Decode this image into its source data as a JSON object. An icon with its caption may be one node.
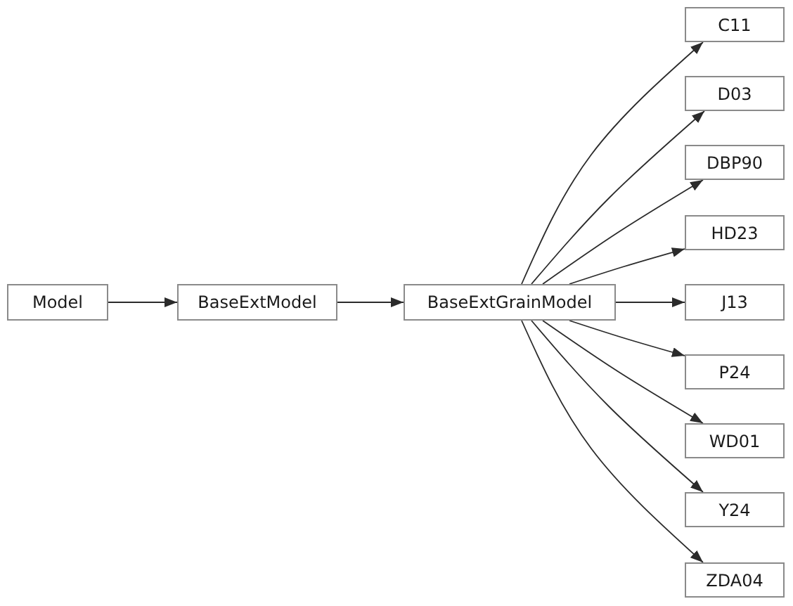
{
  "diagram": {
    "nodes": [
      {
        "text": [
          "Model"
        ]
      },
      {
        "text": [
          "BaseExtModel"
        ]
      },
      {
        "text": [
          "BaseExtGrainModel"
        ]
      },
      {
        "text": [
          "C11"
        ]
      },
      {
        "text": [
          "D03"
        ]
      },
      {
        "text": [
          "DBP90"
        ]
      },
      {
        "text": [
          "HD23"
        ]
      },
      {
        "text": [
          "J13"
        ]
      },
      {
        "text": [
          "P24"
        ]
      },
      {
        "text": [
          "WD01"
        ]
      },
      {
        "text": [
          "Y24"
        ]
      },
      {
        "text": [
          "ZDA04"
        ]
      }
    ],
    "edges": [
      {
        "from": 0,
        "to": 1,
        "arrow": "to"
      },
      {
        "from": 1,
        "to": 2,
        "arrow": "to"
      },
      {
        "from": 2,
        "to": 3,
        "arrow": "to"
      },
      {
        "from": 2,
        "to": 4,
        "arrow": "to"
      },
      {
        "from": 2,
        "to": 5,
        "arrow": "to"
      },
      {
        "from": 2,
        "to": 6,
        "arrow": "to"
      },
      {
        "from": 2,
        "to": 7,
        "arrow": "to"
      },
      {
        "from": 2,
        "to": 8,
        "arrow": "to"
      },
      {
        "from": 2,
        "to": 9,
        "arrow": "to"
      },
      {
        "from": 2,
        "to": 10,
        "arrow": "to"
      },
      {
        "from": 2,
        "to": 11,
        "arrow": "to"
      }
    ]
  }
}
